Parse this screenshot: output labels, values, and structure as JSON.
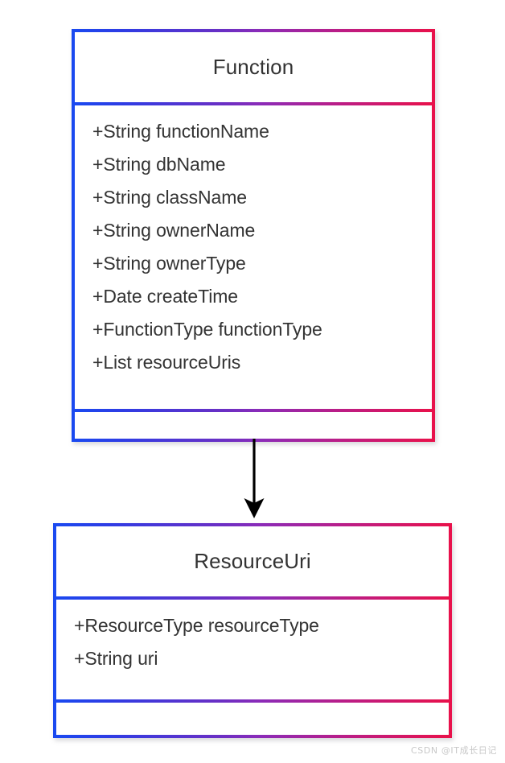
{
  "diagram": {
    "type": "uml-class-diagram",
    "colors": {
      "border_start": "#1a49f0",
      "border_mid": "#8b2bb8",
      "border_end": "#e8114b",
      "text": "#333333",
      "arrow": "#000000",
      "background": "#ffffff",
      "watermark": "#c8c8c8"
    },
    "classes": [
      {
        "name": "Function",
        "attributes": [
          "+String functionName",
          "+String dbName",
          "+String className",
          "+String ownerName",
          "+String ownerType",
          "+Date createTime",
          "+FunctionType functionType",
          "+List resourceUris"
        ],
        "operations": []
      },
      {
        "name": "ResourceUri",
        "attributes": [
          "+ResourceType resourceType",
          "+String uri"
        ],
        "operations": []
      }
    ],
    "relationships": [
      {
        "from": "Function",
        "to": "ResourceUri",
        "style": "solid",
        "arrowhead": "filled-triangle",
        "label": ""
      }
    ]
  },
  "watermark": {
    "text": "CSDN @IT成长日记"
  }
}
